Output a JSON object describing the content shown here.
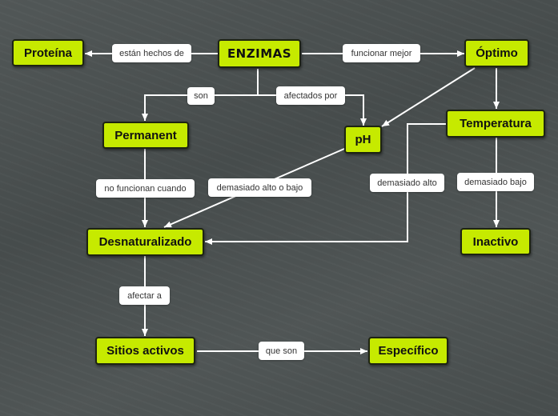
{
  "concept_map": {
    "nodes": {
      "enzimas": "ENZIMAS",
      "proteina": "Proteína",
      "optimo": "Óptimo",
      "permanent": "Permanent",
      "ph": "pH",
      "temperatura": "Temperatura",
      "desnaturalizado": "Desnaturalizado",
      "inactivo": "Inactivo",
      "sitios_activos": "Sitios activos",
      "especifico": "Específico"
    },
    "links": {
      "estan_hechos_de": "están hechos de",
      "funcionar_mejor": "funcionar mejor",
      "son": "son",
      "afectados_por": "afectados por",
      "no_funcionan_cuando": "no funcionan cuando",
      "demasiado_alto_o_bajo": "demasiado alto o bajo",
      "demasiado_alto": "demasiado alto",
      "demasiado_bajo": "demasiado bajo",
      "afectar_a": "afectar a",
      "que_son": "que son"
    }
  },
  "colors": {
    "background": "#4a5050",
    "node_fill": "#c6ea00",
    "node_border": "#1e2412",
    "connector": "#ffffff",
    "label_fill": "#ffffff"
  }
}
